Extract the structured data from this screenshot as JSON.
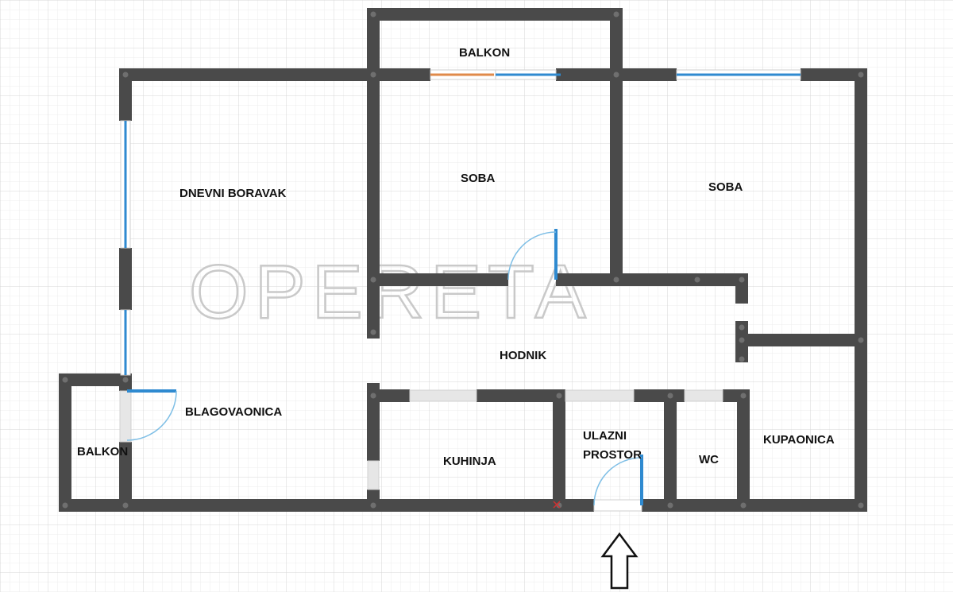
{
  "watermark": "OPERETA",
  "rooms": {
    "balkon_top": "BALKON",
    "soba_1": "SOBA",
    "soba_2": "SOBA",
    "dnevni_boravak": "DNEVNI BORAVAK",
    "hodnik": "HODNIK",
    "blagovaonica": "BLAGOVAONICA",
    "balkon_left": "BALKON",
    "kuhinja": "KUHINJA",
    "ulazni_prostor_line1": "ULAZNI",
    "ulazni_prostor_line2": "PROSTOR",
    "wc": "WC",
    "kupaonica": "KUPAONICA"
  },
  "colors": {
    "wall": "#4a4a4a",
    "window": "#2f8ad0",
    "door_arc": "#7fbfe6",
    "opening": "#e6e6e6",
    "grid_minor": "#ececec",
    "grid_major": "#d7d7d7",
    "balcony_door": "#e08a4a"
  },
  "icons": {
    "entrance": "arrow-up-outline-icon"
  }
}
